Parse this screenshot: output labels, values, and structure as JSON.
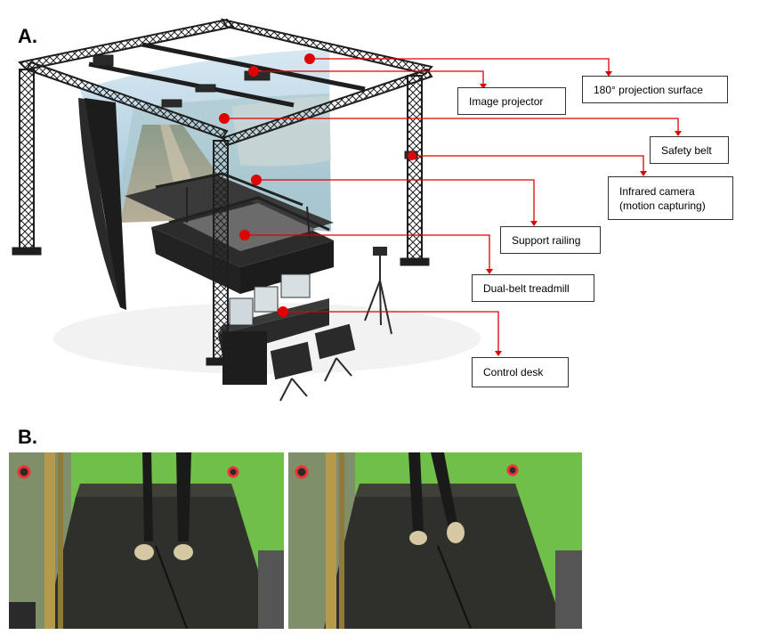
{
  "panels": {
    "a": "A.",
    "b": "B."
  },
  "callouts": {
    "image_projector": "Image projector",
    "projection_surface": "180° projection surface",
    "safety_belt": "Safety belt",
    "infrared_camera_line1": "Infrared camera",
    "infrared_camera_line2": "(motion capturing)",
    "support_railing": "Support railing",
    "dual_belt_treadmill": "Dual-belt treadmill",
    "control_desk": "Control desk"
  },
  "colors": {
    "annotation": "#e00000",
    "truss": "#1e1e1e",
    "green_screen": "#5fbf3a",
    "treadmill_belt": "#2f302c"
  }
}
